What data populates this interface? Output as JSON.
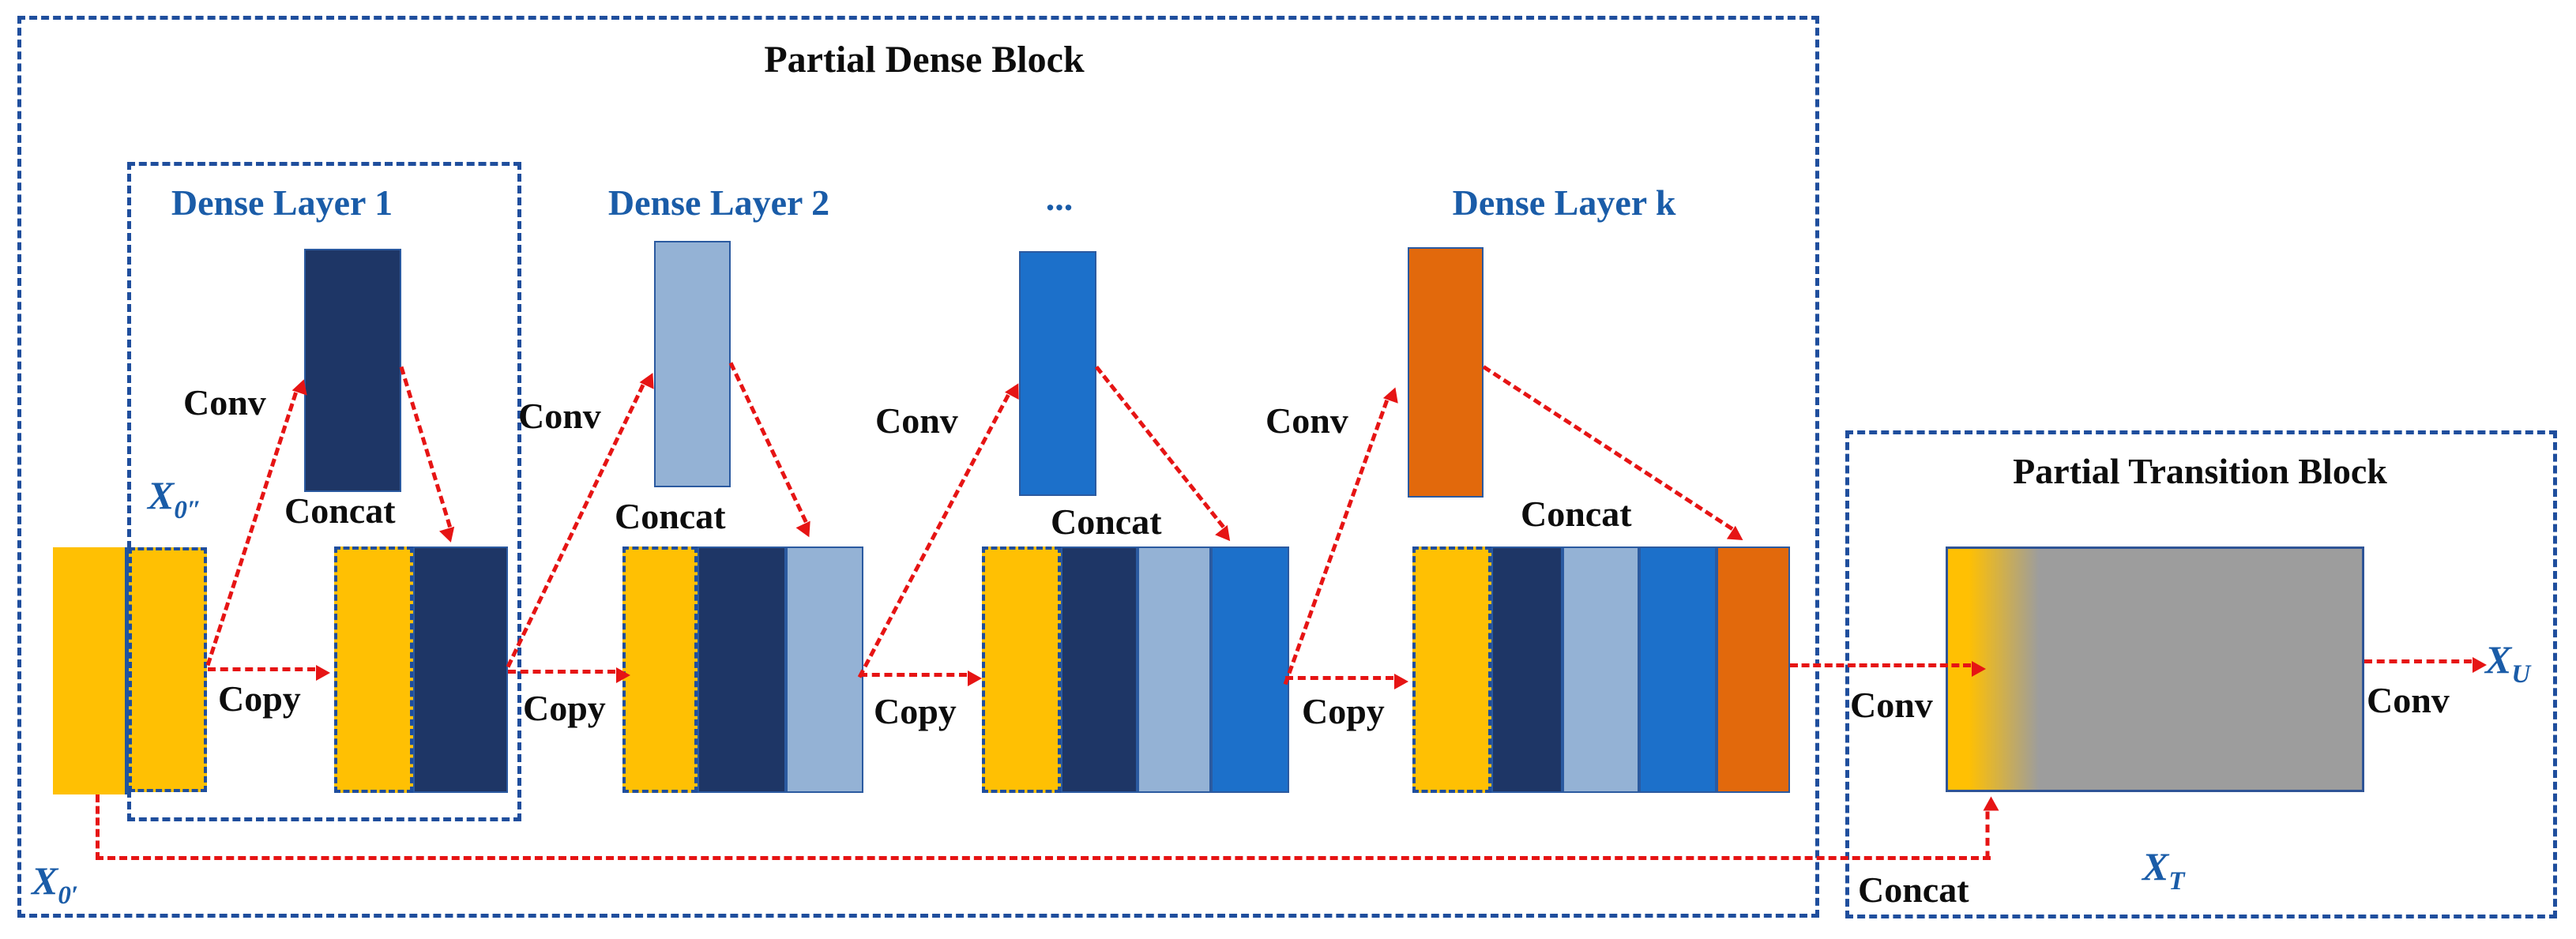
{
  "palette": {
    "yellow": "#FFC003",
    "navy": "#1E3666",
    "steel": "#94B2D5",
    "blue": "#1C70CA",
    "orange": "#E2690C",
    "gray": "#9D9D9D",
    "dash_blue": "#1F4E9D",
    "red": "#E61414",
    "label_blue": "#1A5CA8",
    "text_black": "#0D0D0D"
  },
  "dense_block": {
    "title": "Partial Dense Block",
    "x0_prime": {
      "base": "X",
      "sub": "0′"
    },
    "x0_double_prime": {
      "base": "X",
      "sub": "0″"
    },
    "layers": [
      {
        "title": "Dense Layer 1",
        "conv": "Conv",
        "concat": "Concat",
        "copy": "Copy",
        "bar_color": "navy"
      },
      {
        "title": "Dense Layer 2",
        "conv": "Conv",
        "concat": "Concat",
        "copy": "Copy",
        "bar_color": "steel"
      },
      {
        "title": "...",
        "conv": "Conv",
        "concat": "Concat",
        "copy": "Copy",
        "bar_color": "blue"
      },
      {
        "title": "Dense Layer k",
        "conv": "Conv",
        "concat": "Concat",
        "copy": "Copy",
        "bar_color": "orange"
      }
    ],
    "feature_maps": {
      "input_columns": [
        "yellow",
        "yellow"
      ],
      "group_columns": [
        [
          "yellow",
          "navy"
        ],
        [
          "yellow",
          "navy",
          "steel"
        ],
        [
          "yellow",
          "navy",
          "steel",
          "blue"
        ],
        [
          "yellow",
          "navy",
          "steel",
          "blue",
          "orange"
        ]
      ]
    }
  },
  "transition_block": {
    "title": "Partial Transition Block",
    "conv_in": "Conv",
    "conv_out": "Conv",
    "concat": "Concat",
    "x_t": {
      "base": "X",
      "sub": "T"
    },
    "x_u": {
      "base": "X",
      "sub": "U"
    }
  }
}
